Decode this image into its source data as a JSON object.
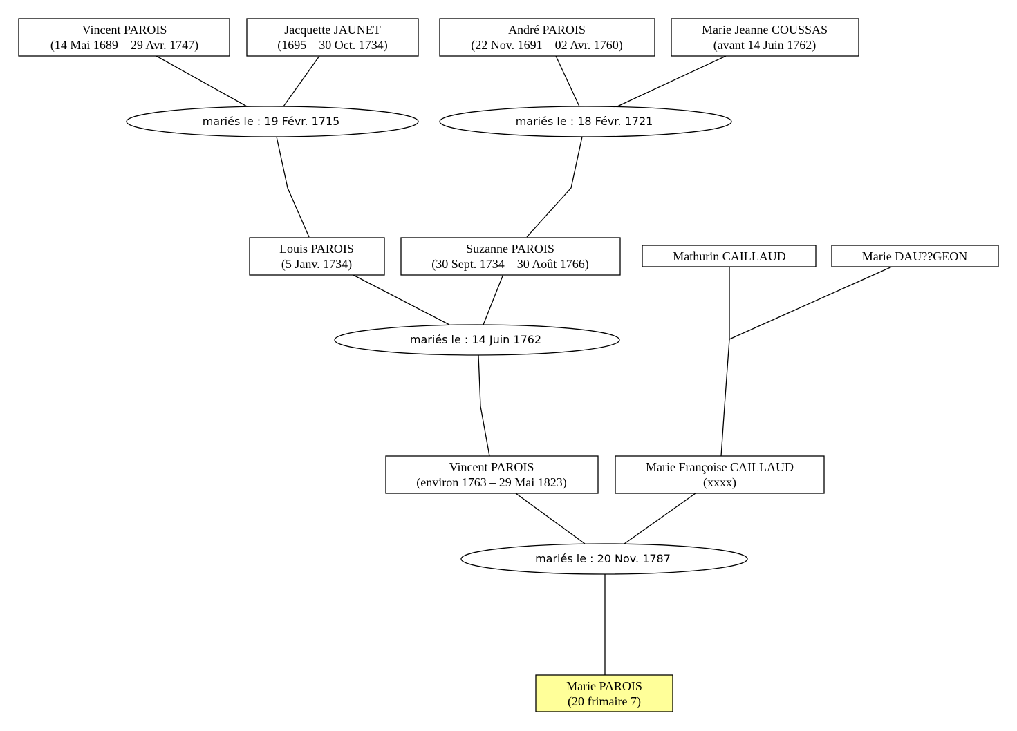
{
  "colors": {
    "box_fill": "#ffffff",
    "highlight_fill": "#ffff99",
    "stroke": "#000000"
  },
  "persons": {
    "vincent_1689": {
      "name": "Vincent PAROIS",
      "dates": "(14 Mai 1689 – 29 Avr. 1747)"
    },
    "jacquette_jaunet": {
      "name": "Jacquette JAUNET",
      "dates": "(1695 – 30 Oct. 1734)"
    },
    "andre_parois": {
      "name": "André PAROIS",
      "dates": "(22 Nov. 1691 – 02 Avr. 1760)"
    },
    "marie_jeanne_coussas": {
      "name": "Marie Jeanne COUSSAS",
      "dates": "(avant 14 Juin 1762)"
    },
    "louis_parois": {
      "name": "Louis PAROIS",
      "dates": "(5 Janv. 1734)"
    },
    "suzanne_parois": {
      "name": "Suzanne PAROIS",
      "dates": "(30 Sept. 1734 – 30 Août 1766)"
    },
    "mathurin_caillaud": {
      "name": "Mathurin CAILLAUD"
    },
    "marie_dau_geon": {
      "name": "Marie DAU??GEON"
    },
    "vincent_1763": {
      "name": "Vincent PAROIS",
      "dates": "(environ 1763 – 29 Mai 1823)"
    },
    "marie_francoise_caillaud": {
      "name": "Marie Françoise CAILLAUD",
      "dates": "(xxxx)"
    },
    "marie_parois": {
      "name": "Marie PAROIS",
      "dates": "(20 frimaire 7)"
    }
  },
  "marriages": {
    "m1715": {
      "label": "mariés le : 19 Févr. 1715"
    },
    "m1721": {
      "label": "mariés le : 18 Févr. 1721"
    },
    "m1762": {
      "label": "mariés le : 14 Juin 1762"
    },
    "m1787": {
      "label": "mariés le : 20 Nov. 1787"
    }
  }
}
